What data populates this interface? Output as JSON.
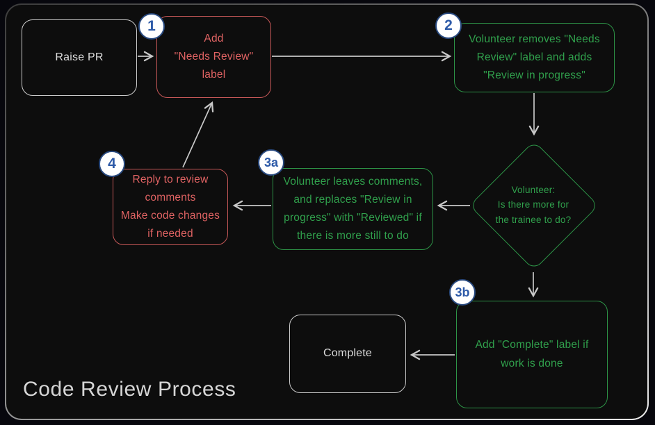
{
  "title": "Code Review Process",
  "colors": {
    "background": "#0d0d0d",
    "red_accent": "#e06363",
    "green_accent": "#30a04c",
    "neutral_box": "#dcdcdc",
    "badge_fill": "#ffffff",
    "badge_blue": "#2d5aa8",
    "arrow_gray": "#c8c8c8"
  },
  "nodes": {
    "raise_pr": {
      "label": "Raise PR"
    },
    "step1": {
      "badge": "1",
      "label": "Add\n\"Needs Review\"\nlabel"
    },
    "step2": {
      "badge": "2",
      "label": "Volunteer removes \"Needs\nReview\" label and adds\n\"Review in progress\""
    },
    "decision": {
      "label": "Volunteer:\nIs there more for\nthe trainee to do?"
    },
    "step3a": {
      "badge": "3a",
      "label": "Volunteer leaves comments,\nand replaces \"Review in\nprogress\" with \"Reviewed\" if\nthere is more still to do"
    },
    "step4": {
      "badge": "4",
      "label": "Reply to review\ncomments\nMake code changes\nif needed"
    },
    "step3b": {
      "badge": "3b",
      "label": "Add \"Complete\" label if\nwork is done"
    },
    "complete": {
      "label": "Complete"
    }
  }
}
